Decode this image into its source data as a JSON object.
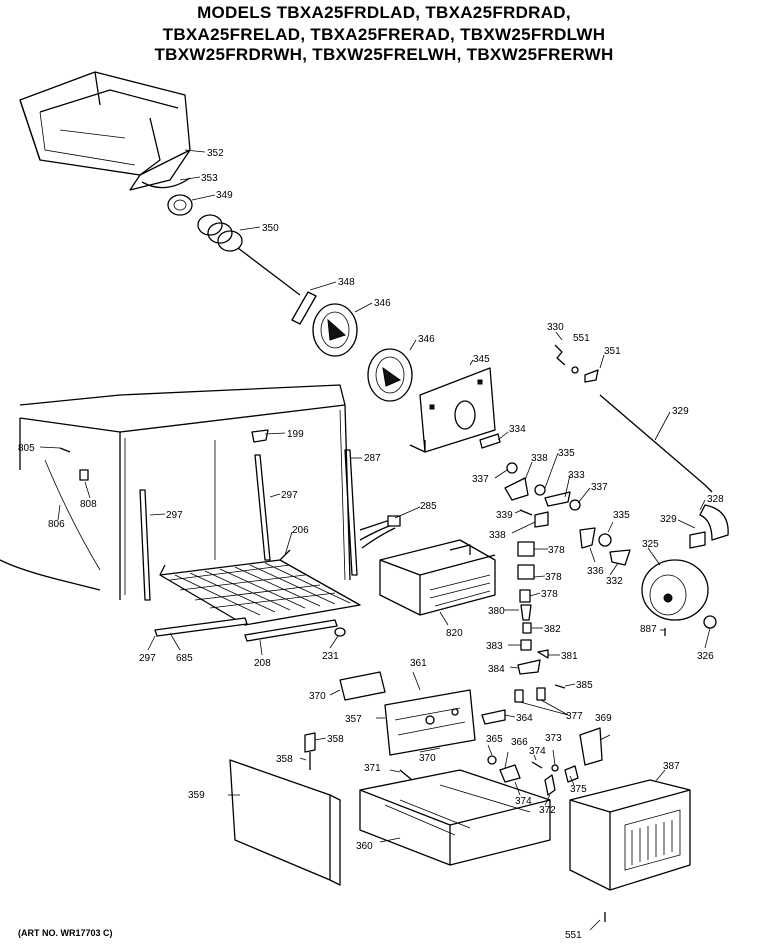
{
  "title_lines": [
    "MODELS TBXA25FRDLAD, TBXA25FRDRAD,",
    "TBXA25FRELAD, TBXA25FRERAD, TBXW25FRDLWH",
    "TBXW25FRDRWH, TBXW25FRELWH, TBXW25FRERWH"
  ],
  "models_label": "MODELS",
  "art_number": "(ART NO. WR17703 C)",
  "part_labels": {
    "p352": "352",
    "p353": "353",
    "p349": "349",
    "p350": "350",
    "p348": "348",
    "p346a": "346",
    "p346b": "346",
    "p345": "345",
    "p330": "330",
    "p551a": "551",
    "p351": "351",
    "p329a": "329",
    "p805": "805",
    "p199": "199",
    "p287": "287",
    "p334": "334",
    "p338a": "338",
    "p335a": "335",
    "p337a": "337",
    "p333": "333",
    "p337b": "337",
    "p328": "328",
    "p806": "806",
    "p808": "808",
    "p297a": "297",
    "p297b": "297",
    "p206": "206",
    "p285": "285",
    "p339": "339",
    "p338b": "338",
    "p378a": "378",
    "p335b": "335",
    "p329b": "329",
    "p336": "336",
    "p325": "325",
    "p378b": "378",
    "p332": "332",
    "p378c": "378",
    "p380": "380",
    "p820": "820",
    "p382": "382",
    "p887": "887",
    "p326": "326",
    "p297c": "297",
    "p685": "685",
    "p208": "208",
    "p231": "231",
    "p383": "383",
    "p381": "381",
    "p361": "361",
    "p384": "384",
    "p385": "385",
    "p370a": "370",
    "p377": "377",
    "p357": "357",
    "p364": "364",
    "p369": "369",
    "p358a": "358",
    "p373": "373",
    "p365": "365",
    "p366": "366",
    "p370b": "370",
    "p374a": "374",
    "p358b": "358",
    "p371": "371",
    "p387": "387",
    "p375": "375",
    "p372": "372",
    "p374b": "374",
    "p359": "359",
    "p360": "360",
    "p551b": "551"
  }
}
